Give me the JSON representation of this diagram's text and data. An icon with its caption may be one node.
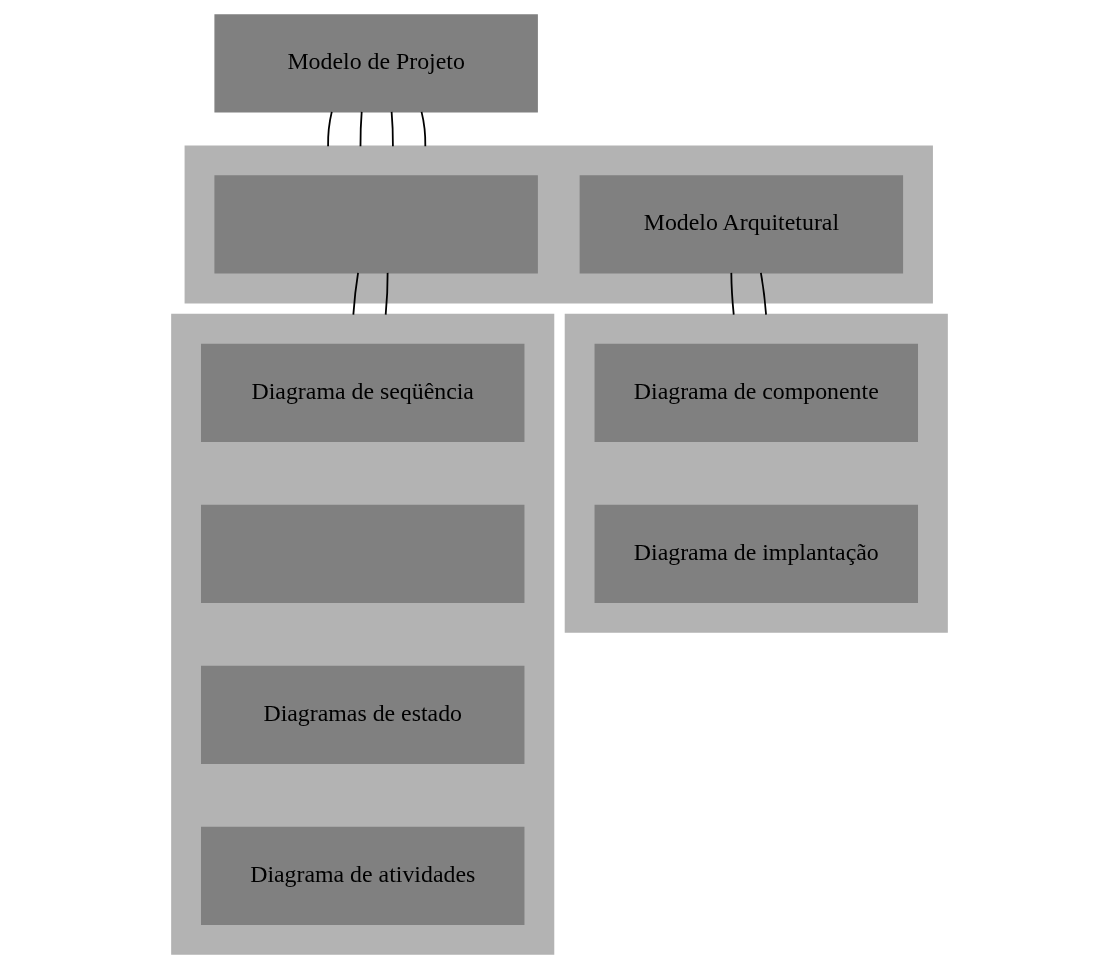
{
  "diagram": {
    "nodes": [
      {
        "text": [
          "Modelo de Projeto"
        ]
      },
      {
        "text": [],
        "shape": "box"
      },
      {
        "text": [],
        "shape": "box",
        "in": 1
      },
      {
        "text": [
          "Modelo Arquitetural"
        ],
        "in": 1
      },
      {
        "text": [],
        "shape": "box"
      },
      {
        "text": [
          "Diagrama de seqüência"
        ],
        "in": 4
      },
      {
        "text": [],
        "shape": "box",
        "in": 4
      },
      {
        "text": [
          "Diagramas de estado"
        ],
        "in": 4
      },
      {
        "text": [
          "Diagrama de atividades"
        ],
        "in": 4
      },
      {
        "text": [],
        "shape": "box"
      },
      {
        "text": [
          "Diagrama de componente"
        ],
        "in": 9
      },
      {
        "text": [
          "Diagrama de implantação"
        ],
        "in": 9
      }
    ],
    "edges": [
      {
        "from": 0,
        "to": 1,
        "arrow": "none"
      },
      {
        "from": 0,
        "to": 1,
        "arrow": "none"
      },
      {
        "from": 0,
        "to": 1,
        "arrow": "none"
      },
      {
        "from": 0,
        "to": 1,
        "arrow": "none"
      },
      {
        "from": 2,
        "to": 4,
        "arrow": "none"
      },
      {
        "from": 2,
        "to": 4,
        "arrow": "none"
      },
      {
        "from": 3,
        "to": 9,
        "arrow": "none"
      },
      {
        "from": 3,
        "to": 9,
        "arrow": "none"
      }
    ]
  }
}
